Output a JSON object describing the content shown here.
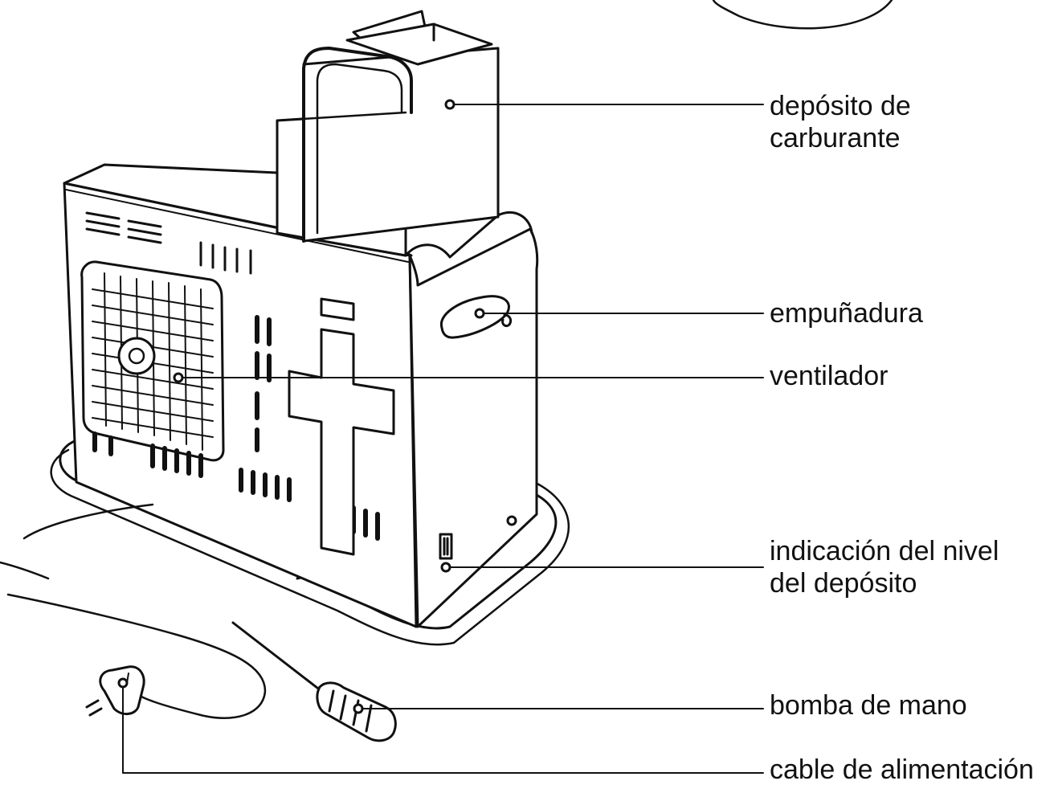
{
  "labels": {
    "fuel_tank": [
      "depósito de",
      "carburante"
    ],
    "handle": [
      "empuñadura"
    ],
    "fan": [
      "ventilador"
    ],
    "tank_level": [
      "indicación del nivel",
      "del depósito"
    ],
    "hand_pump": [
      "bomba de mano"
    ],
    "power_cable": [
      "cable de alimentación"
    ]
  },
  "colors": {
    "ink": "#111111",
    "paper": "#ffffff"
  }
}
